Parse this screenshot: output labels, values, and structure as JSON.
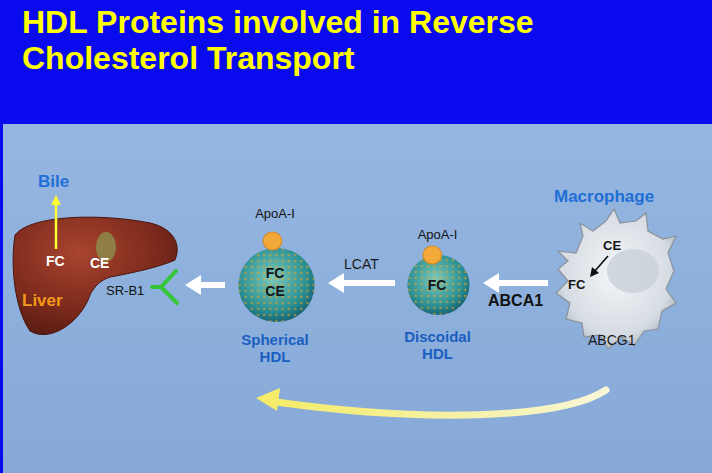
{
  "diagram": {
    "title": "HDL Proteins involved in Reverse Cholesterol Transport",
    "nodes": [
      {
        "text": [
          "FC",
          "CE",
          "Liver"
        ]
      },
      {
        "text": [
          "ApoA-I",
          "FC",
          "CE",
          "Spherical HDL"
        ]
      },
      {
        "text": [
          "ApoA-I",
          "FC",
          "Discoidal HDL"
        ]
      },
      {
        "text": [
          "Macrophage",
          "CE",
          "FC",
          "ABCG1"
        ]
      }
    ],
    "edges": [
      {
        "from": 3,
        "to": 2,
        "arrow": "to",
        "label": "ABCA1"
      },
      {
        "from": 2,
        "to": 1,
        "arrow": "to",
        "label": "LCAT"
      },
      {
        "from": 1,
        "to": 0,
        "arrow": "to"
      }
    ],
    "labels": [
      "Bile",
      "SR-B1"
    ]
  }
}
